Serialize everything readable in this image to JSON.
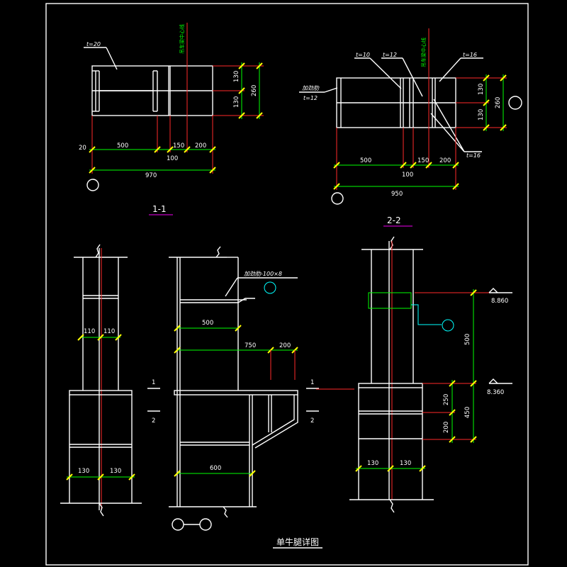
{
  "title": "单牛腿详图",
  "section_marks": {
    "s1": "1-1",
    "s2": "2-2"
  },
  "cut_marks": {
    "a": "1",
    "b": "2"
  },
  "plan_1": {
    "plate_label": "t=20",
    "axis_label": "吊车梁中心线",
    "dims_bottom": [
      "20",
      "500",
      "150",
      "200"
    ],
    "dim_mid": "100",
    "dim_total": "970",
    "dims_right": [
      "130",
      "130"
    ],
    "dim_right_total": "260"
  },
  "plan_2": {
    "labels": [
      "t=10",
      "t=12",
      "t=16",
      "t=16"
    ],
    "stiffener_label": "加劲肋",
    "stiffener_t": "t=12",
    "axis_label": "吊车梁中心线",
    "dims_bottom": [
      "500",
      "150",
      "200"
    ],
    "dim_mid": "100",
    "dim_total": "950",
    "dims_right": [
      "130",
      "130"
    ],
    "dim_right_total": "260"
  },
  "elev_1": {
    "dims_top": [
      "110",
      "110"
    ],
    "dims_bottom": [
      "130",
      "130"
    ]
  },
  "elev_mid": {
    "stiffener_note": "加劲肋-100×8",
    "dims": [
      "500",
      "750",
      "200",
      "600"
    ]
  },
  "elev_2": {
    "elev_top": "8.860",
    "elev_bottom": "8.360",
    "dims_right": [
      "500",
      "250",
      "200"
    ],
    "dim_450": "450",
    "dims_bottom": [
      "130",
      "130"
    ]
  }
}
